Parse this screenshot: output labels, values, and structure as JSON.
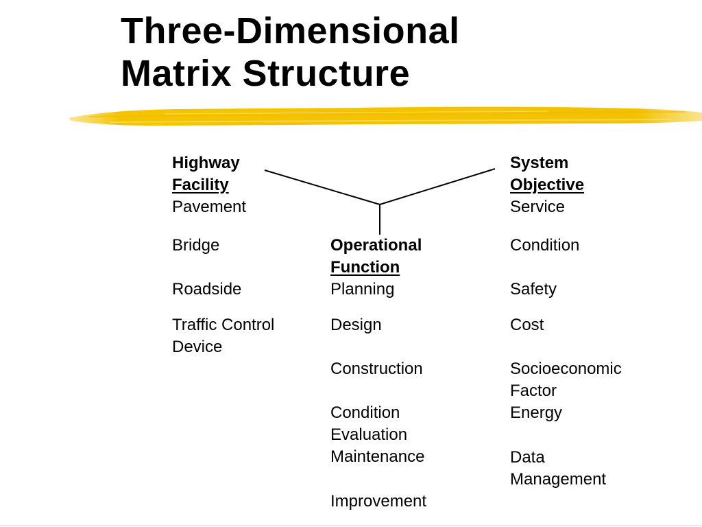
{
  "slide": {
    "title_line1": "Three-Dimensional",
    "title_line2": "Matrix Structure"
  },
  "colors": {
    "highlight": "#f5c400",
    "text": "#000000",
    "background": "#ffffff"
  },
  "columns": {
    "highway_facility": {
      "heading_line1": "Highway",
      "heading_line2": "Facility",
      "items": [
        "Pavement",
        "Bridge",
        "Roadside",
        "Traffic Control",
        "Device"
      ]
    },
    "operational_function": {
      "heading_line1": "Operational",
      "heading_line2": "Function",
      "items": [
        "Planning",
        "Design",
        "Construction",
        "Condition",
        "Evaluation",
        "Maintenance",
        "Improvement"
      ]
    },
    "system_objective": {
      "heading_line1": "System",
      "heading_line2": "Objective",
      "items": [
        "Service",
        "Condition",
        "Safety",
        "Cost",
        "Socioeconomic",
        "Factor",
        "Energy",
        "Data",
        "Management"
      ]
    }
  }
}
